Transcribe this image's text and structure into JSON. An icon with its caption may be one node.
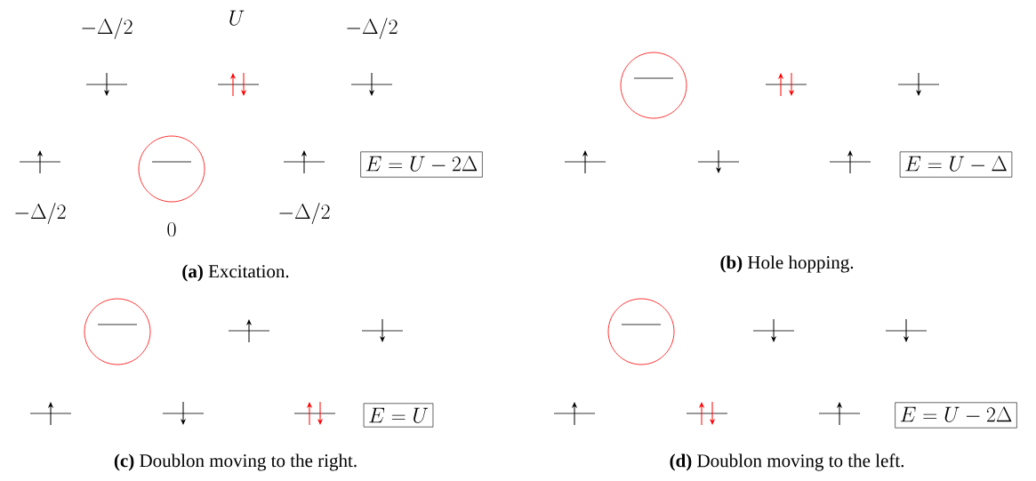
{
  "diagram": {
    "nodes": [
      {
        "text": [
          "E = U - 2\\Delta"
        ]
      },
      {
        "text": [
          "E = U - \\Delta"
        ]
      },
      {
        "text": [
          "E = U"
        ]
      },
      {
        "text": [
          "E = U - 2\\Delta"
        ]
      }
    ],
    "edges": [],
    "labels": [
      "-\\Delta/2",
      "U",
      "-\\Delta/2",
      "-\\Delta/2",
      "0",
      "-\\Delta/2",
      "**(a)** Excitation.",
      "**(b)** Hole hopping.",
      "**(c)** Doublon moving to the right.",
      "**(d)** Doublon moving to the left."
    ]
  }
}
